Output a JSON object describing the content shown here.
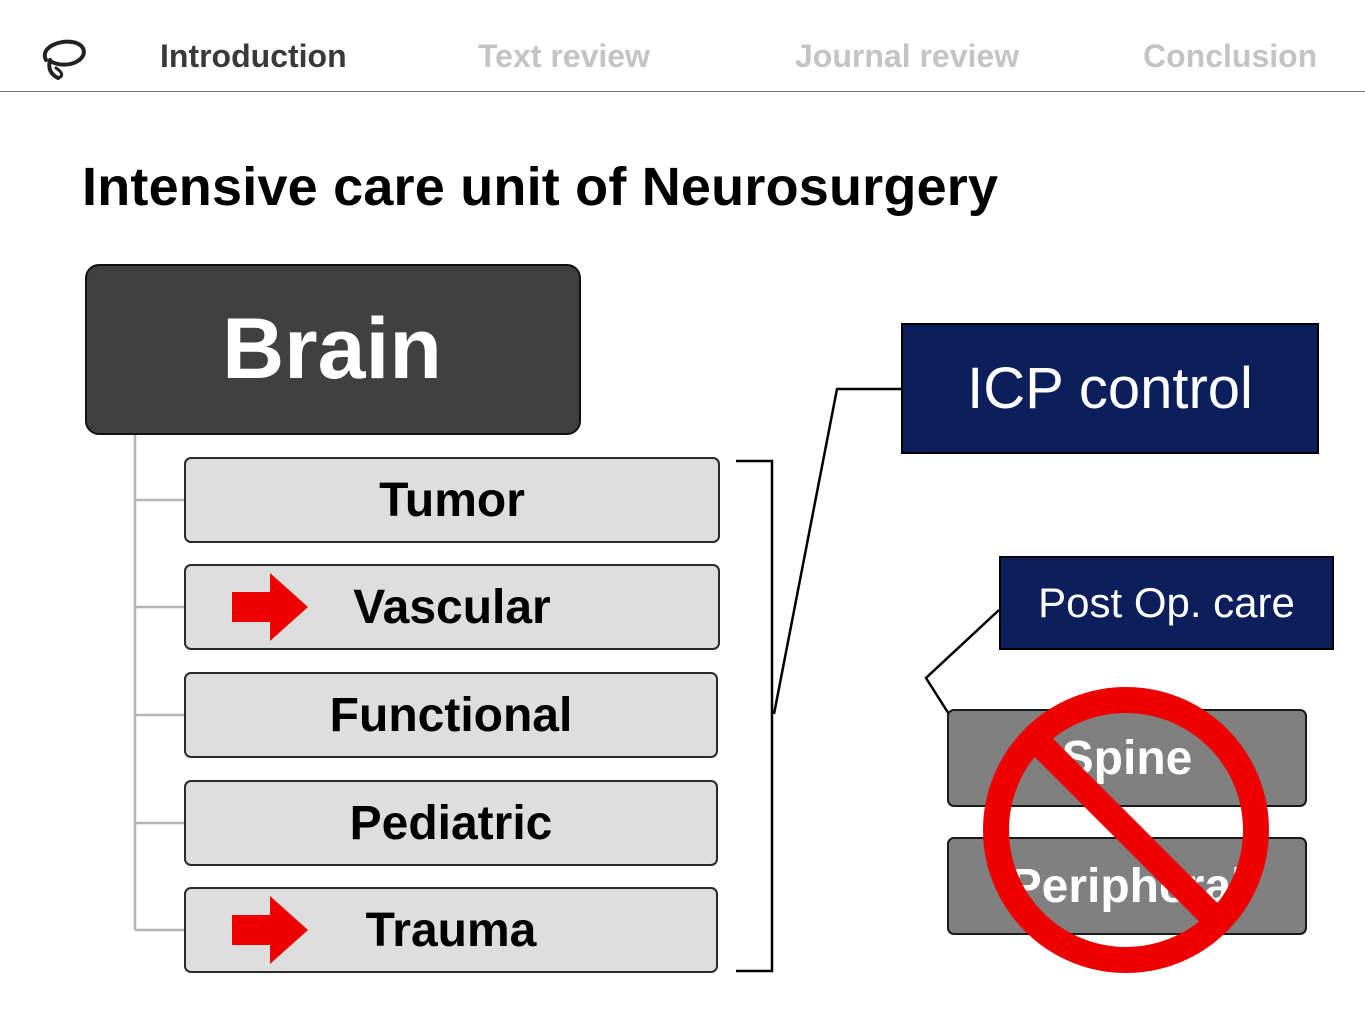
{
  "nav": {
    "items": [
      {
        "label": "Introduction",
        "active": true
      },
      {
        "label": "Text review",
        "active": false
      },
      {
        "label": "Journal review",
        "active": false
      },
      {
        "label": "Conclusion",
        "active": false
      }
    ]
  },
  "title": "Intensive care unit of Neurosurgery",
  "diagram": {
    "root": "Brain",
    "branches": [
      {
        "label": "Tumor",
        "highlighted": false
      },
      {
        "label": "Vascular",
        "highlighted": true
      },
      {
        "label": "Functional",
        "highlighted": false
      },
      {
        "label": "Pediatric",
        "highlighted": false
      },
      {
        "label": "Trauma",
        "highlighted": true
      }
    ],
    "icp_control": "ICP control",
    "post_op_care": "Post Op. care",
    "excluded": [
      "Spine",
      "Peripheral"
    ]
  },
  "colors": {
    "navy": "#0c1e5b",
    "brain_box": "#404040",
    "branch_box": "#dedede",
    "excluded_box": "#808080",
    "highlight_arrow": "#ee0000",
    "no_sign": "#ee0000",
    "nav_active": "#3a3a3a",
    "nav_inactive": "#c4c4c4"
  },
  "icons": {
    "logo": "speech-bubble-logo-icon",
    "arrow": "right-arrow-icon",
    "prohibition": "no-sign-icon"
  }
}
